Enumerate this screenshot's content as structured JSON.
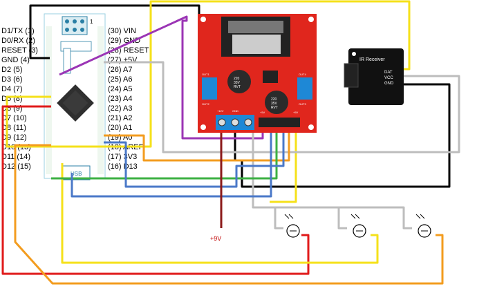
{
  "arduino": {
    "left_pins": [
      "D1/TX  (1)",
      "D0/RX  (2)",
      "RESET (3)",
      "GND   (4)",
      "D2    (5)",
      "D3    (6)",
      "D4    (7)",
      "D5    (8)",
      "D6    (9)",
      "D7  (10)",
      "D8  (11)",
      "D9  (12)",
      "D10 (13)",
      "D11 (14)",
      "D12 (15)"
    ],
    "right_pins": [
      "(30) VIN",
      "(29) GND",
      "(28) RESET",
      "(27) +5V",
      "(26) A7",
      "(25) A6",
      "(24) A5",
      "(23) A4",
      "(22) A3",
      "(21) A2",
      "(20) A1",
      "(19) A0",
      "(18) AREF",
      "(17) 3V3",
      "(16) D13"
    ],
    "usb_label": "USB",
    "pin_number": "1"
  },
  "driver": {
    "out1": "OUT1",
    "out2": "OUT2",
    "out3": "OUT3",
    "out4": "OUT4",
    "v12": "+12V",
    "gnd": "GND",
    "v5a": "+5V",
    "v5b": "+5V",
    "cap_text": [
      "220",
      "35V",
      "RVT"
    ]
  },
  "ir": {
    "title": "IR Receiver",
    "pins": [
      "DAT",
      "VCC",
      "GND"
    ]
  },
  "supply_label": "+9V",
  "colors": {
    "black": "#000000",
    "yellow": "#f5e11a",
    "purple": "#9b35b5",
    "gray": "#bdbdbd",
    "red": "#e01a1a",
    "orange": "#f39c1f",
    "green": "#3cb043",
    "blue": "#4a78c8",
    "darkred": "#8b1a1a",
    "board_red": "#e0261d"
  }
}
